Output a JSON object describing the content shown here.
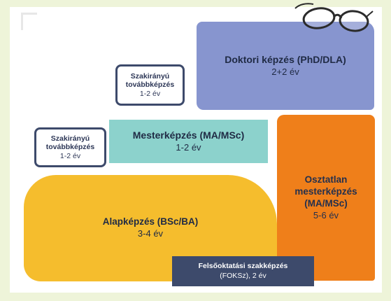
{
  "colors": {
    "background": "#eef4d9",
    "doktori": "#8795cf",
    "mester": "#8cd2cc",
    "osztatlan": "#ef7f1a",
    "alap": "#f5bd2d",
    "foksz": "#3d4a6b",
    "card_border": "#3d4a6b",
    "text": "#1f2a44"
  },
  "icons": [
    "glasses-icon"
  ],
  "doktori": {
    "title": "Doktori képzés (PhD/DLA)",
    "duration": "2+2 év"
  },
  "mester": {
    "title": "Mesterképzés (MA/MSc)",
    "duration": "1-2 év"
  },
  "osztatlan": {
    "title_line1": "Osztatlan",
    "title_line2": "mesterképzés",
    "title_line3": "(MA/MSc)",
    "duration": "5-6 év"
  },
  "alap": {
    "title": "Alapképzés (BSc/BA)",
    "duration": "3-4 év"
  },
  "foksz": {
    "title": "Felsőoktatási szakképzés",
    "subtitle": "(FOKSz), 2 év"
  },
  "szakiranyu_upper": {
    "line1": "Szakirányú",
    "line2": "továbbképzés",
    "duration": "1-2 év"
  },
  "szakiranyu_lower": {
    "line1": "Szakirányú",
    "line2": "továbbképzés",
    "duration": "1-2 év"
  }
}
